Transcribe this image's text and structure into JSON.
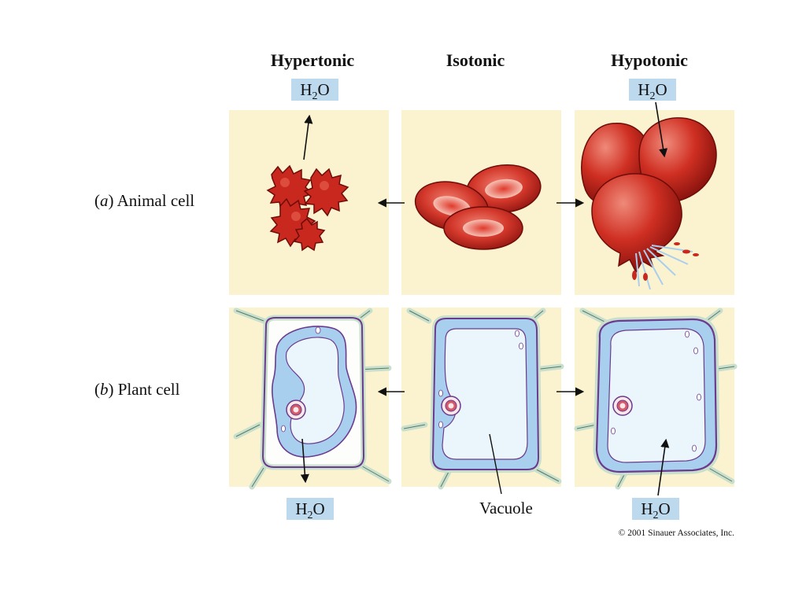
{
  "columns": {
    "hypertonic": "Hypertonic",
    "isotonic": "Isotonic",
    "hypotonic": "Hypotonic"
  },
  "rows": {
    "animal": {
      "letter": "a",
      "label": "Animal cell"
    },
    "plant": {
      "letter": "b",
      "label": "Plant cell"
    }
  },
  "water": {
    "base1": "H",
    "sub": "2",
    "base2": "O"
  },
  "vacuole_label": "Vacuole",
  "copyright": "© 2001 Sinauer Associates, Inc.",
  "colors": {
    "panel": "#fbf3cf",
    "label_box": "#bcd9ee",
    "cell_red": "#c8281e",
    "cell_dark": "#7a0e0a",
    "cell_wall": "#d8eadf",
    "membrane": "#6b3b8f",
    "cytoplasm": "#a9cfee",
    "vacuole": "#eaf6fb"
  }
}
